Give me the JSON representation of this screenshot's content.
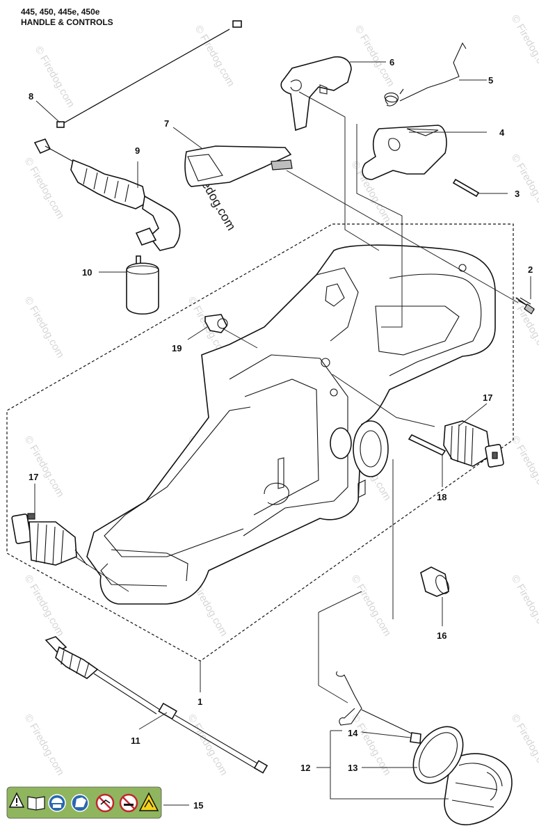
{
  "header": {
    "models": "445, 450, 445e, 450e",
    "section": "HANDLE & CONTROLS"
  },
  "watermark": "© Firedog.com",
  "callouts": {
    "c1": "1",
    "c2": "2",
    "c3": "3",
    "c4": "4",
    "c5": "5",
    "c6": "6",
    "c7": "7",
    "c8": "8",
    "c9": "9",
    "c10": "10",
    "c11": "11",
    "c12": "12",
    "c13": "13",
    "c14": "14",
    "c15": "15",
    "c16": "16",
    "c17a": "17",
    "c17b": "17",
    "c18": "18",
    "c19": "19"
  },
  "colors": {
    "warning_panel": "#8fb55e",
    "line": "#111111",
    "watermark": "#d6d6d6"
  },
  "warning_icons": [
    "warning-triangle-icon",
    "manual-book-icon",
    "helmet-protection-icon",
    "gloves-icon",
    "no-one-hand-icon",
    "no-smoking-icon",
    "kickback-warning-icon"
  ]
}
